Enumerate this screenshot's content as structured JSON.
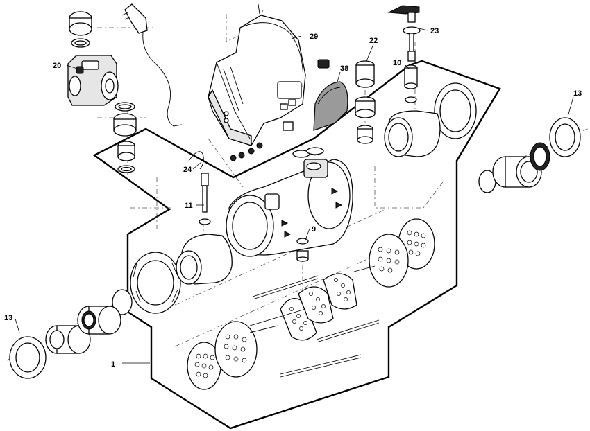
{
  "callouts": {
    "c1": "1",
    "c9": "9",
    "c10": "10",
    "c11": "11",
    "c13a": "13",
    "c13b": "13",
    "c20": "20",
    "c22": "22",
    "c23": "23",
    "c24": "24",
    "c29": "29",
    "c38": "38"
  }
}
